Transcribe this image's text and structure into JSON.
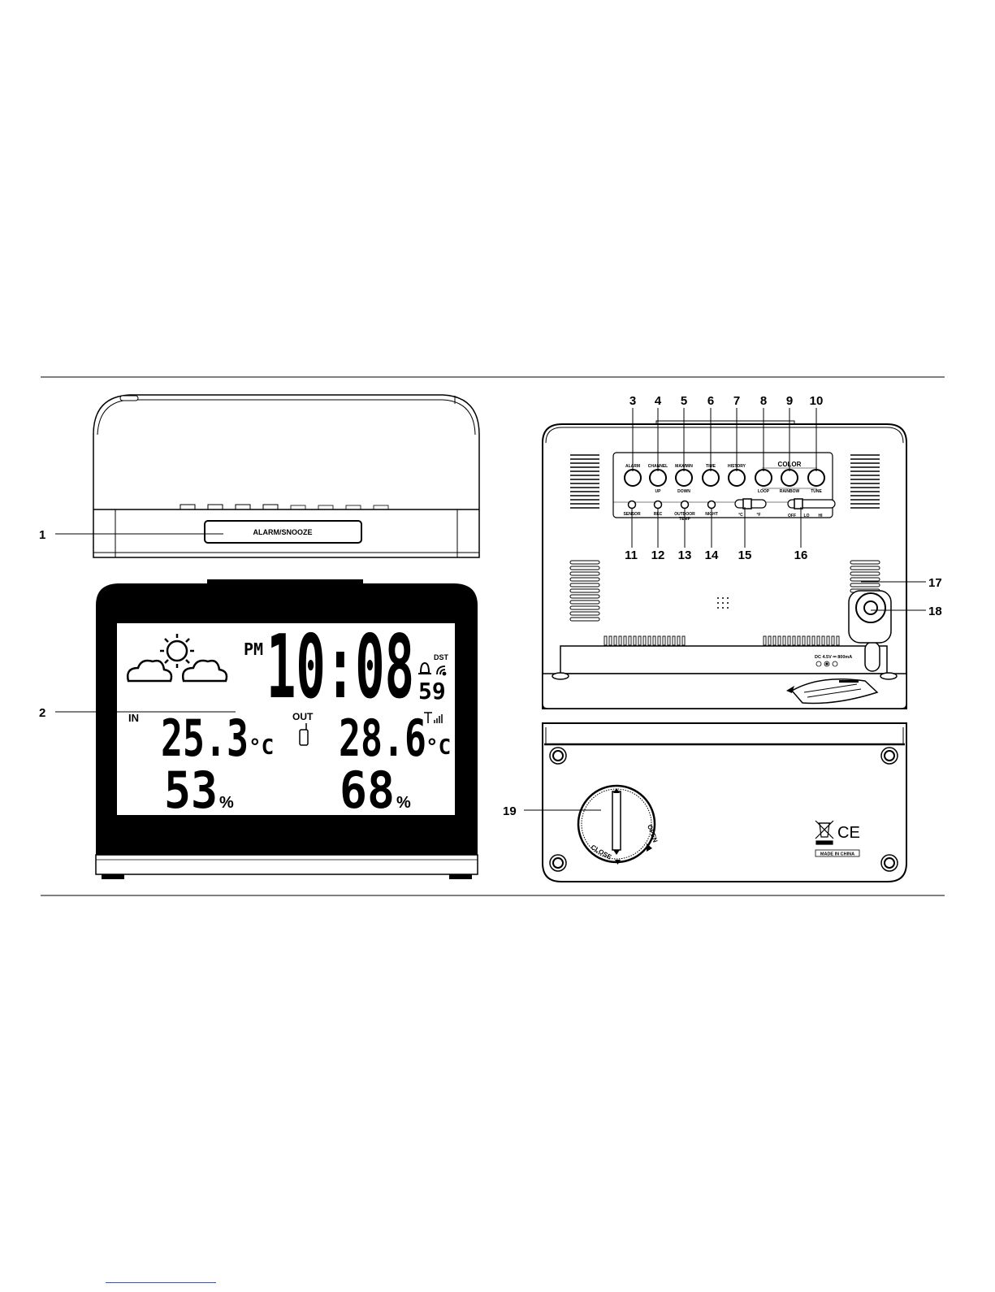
{
  "front": {
    "alarm_snooze_label": "ALARM/SNOOZE",
    "lcd": {
      "pm": "PM",
      "time": "10:08",
      "seconds": "59",
      "dst": "DST",
      "in_label": "IN",
      "out_label": "OUT",
      "in_temp": "25.3",
      "in_unit": "°C",
      "in_humidity": "53",
      "in_humidity_unit": "%",
      "out_temp": "28.6",
      "out_unit": "°C",
      "out_humidity": "68",
      "out_humidity_unit": "%"
    }
  },
  "back": {
    "color_label": "COLOR",
    "buttons_top": [
      "ALARM",
      "CHANNEL",
      "MAX/MIN",
      "TIME",
      "HISTORY"
    ],
    "buttons_top_sub": [
      "",
      "UP",
      "DOWN",
      "",
      ""
    ],
    "color_buttons_sub": [
      "LOOP",
      "RAINBOW",
      "TUNE"
    ],
    "buttons_bottom": [
      "SENSOR",
      "REC",
      "OUTDOOR",
      "NIGHT"
    ],
    "outdoor_sub": "TEMP",
    "unit_switch": [
      "°C",
      "°F"
    ],
    "light_switch": [
      "OFF",
      "LO",
      "HI"
    ],
    "power_label": "DC 4.5V ⎓ 800mA",
    "made_in": "MADE IN CHINA",
    "ce_mark": "CE",
    "open_label": "OPEN",
    "close_label": "CLOSE"
  },
  "callouts": [
    "1",
    "2",
    "3",
    "4",
    "5",
    "6",
    "7",
    "8",
    "9",
    "10",
    "11",
    "12",
    "13",
    "14",
    "15",
    "16",
    "17",
    "18",
    "19"
  ]
}
